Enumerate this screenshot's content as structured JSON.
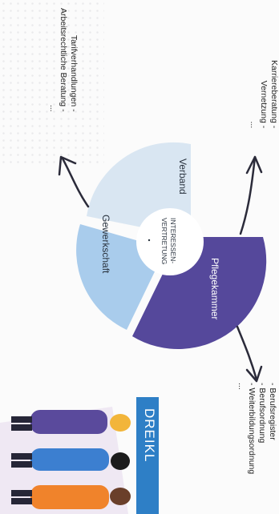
{
  "colors": {
    "verband": "#d9e6f2",
    "gewerkschaft": "#a9ccec",
    "pflegekammer": "#55489b",
    "arrow": "#2b2b3a",
    "banner": "#2e7fc6"
  },
  "diagram": {
    "center_label_line1": "INTERESSEN-",
    "center_label_line2": "VERTRETUNG",
    "segments": [
      {
        "label": "Verband"
      },
      {
        "label": "Gewerkschaft"
      },
      {
        "label": "Pflegekammer"
      }
    ]
  },
  "notes": {
    "verband": [
      "Karriereberatung -",
      "Vernetzung -",
      "..."
    ],
    "gewerkschaft": [
      "Tarifverhandlungen -",
      "Arbeitsrechtliche Beratung -",
      "..."
    ],
    "pflegekammer": [
      "- Berufsregister",
      "- Berufsordnung",
      "- Weiterbildungsordnung",
      "..."
    ]
  },
  "banner": {
    "text": "DREIKL"
  }
}
